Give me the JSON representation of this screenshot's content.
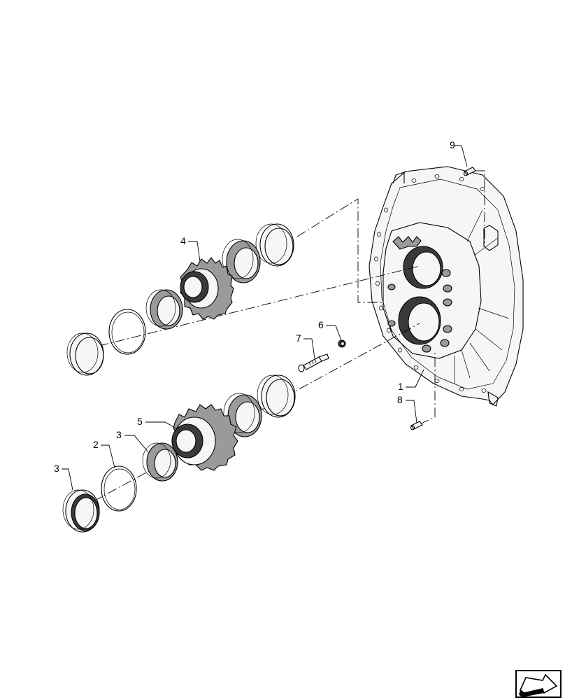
{
  "diagram": {
    "callouts": [
      {
        "id": "callout-1",
        "label": "1"
      },
      {
        "id": "callout-2",
        "label": "2"
      },
      {
        "id": "callout-3a",
        "label": "3"
      },
      {
        "id": "callout-3b",
        "label": "3"
      },
      {
        "id": "callout-4",
        "label": "4"
      },
      {
        "id": "callout-5",
        "label": "5"
      },
      {
        "id": "callout-6",
        "label": "6"
      },
      {
        "id": "callout-7",
        "label": "7"
      },
      {
        "id": "callout-8",
        "label": "8"
      },
      {
        "id": "callout-9",
        "label": "9"
      }
    ],
    "nav_icon": "next-page-arrow-icon"
  }
}
